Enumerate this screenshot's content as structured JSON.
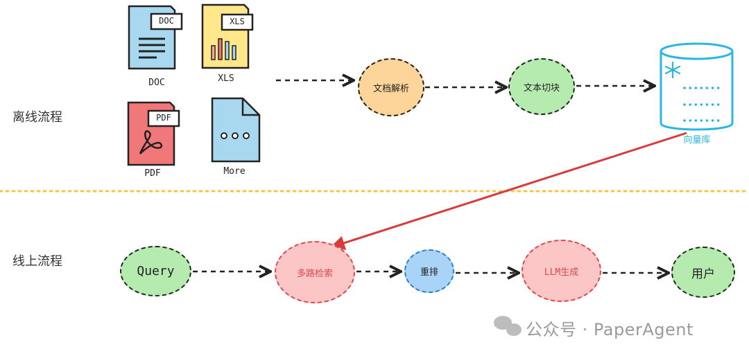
{
  "sections": {
    "offline": "离线流程",
    "online": "线上流程"
  },
  "files": {
    "doc": {
      "tag": "DOC",
      "label": "DOC"
    },
    "xls": {
      "tag": "XLS",
      "label": "XLS"
    },
    "pdf": {
      "tag": "PDF",
      "label": "PDF"
    },
    "more": {
      "label": "More"
    }
  },
  "offline_nodes": {
    "parse": "文档解析",
    "chunk": "文本切块",
    "vector_db": "向量库"
  },
  "online_nodes": {
    "query": "Query",
    "multi_retrieval": "多路检索",
    "rerank": "重排",
    "llm_generate": "LLM生成",
    "user": "用户"
  },
  "watermark": "公众号 · PaperAgent",
  "colors": {
    "doc_blue": "#a8d8f0",
    "xls_yellow": "#ffe78a",
    "pdf_red": "#f07878",
    "more_blue": "#a8d8f0",
    "parse_orange": "#fdd59a",
    "green": "#b6ebb0",
    "pink": "#fcc6c6",
    "rerank_blue": "#a9d4f7",
    "cyan": "#29b6e3",
    "red_arrow": "#d93a3a",
    "divider_yellow": "#f2c744"
  }
}
